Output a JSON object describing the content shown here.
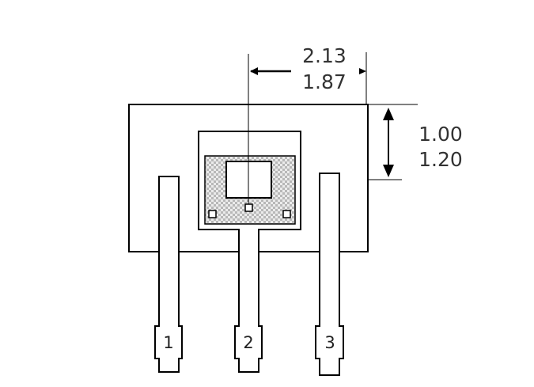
{
  "dimensions": {
    "horizontal": {
      "max": "2.13",
      "min": "1.87"
    },
    "vertical": {
      "min": "1.00",
      "max": "1.20"
    }
  },
  "pins": [
    {
      "label": "1"
    },
    {
      "label": "2"
    },
    {
      "label": "3"
    }
  ],
  "colors": {
    "stroke": "#000000",
    "text": "#333333",
    "checker_dark": "#b8b8b8",
    "checker_light": "#ebebeb"
  }
}
